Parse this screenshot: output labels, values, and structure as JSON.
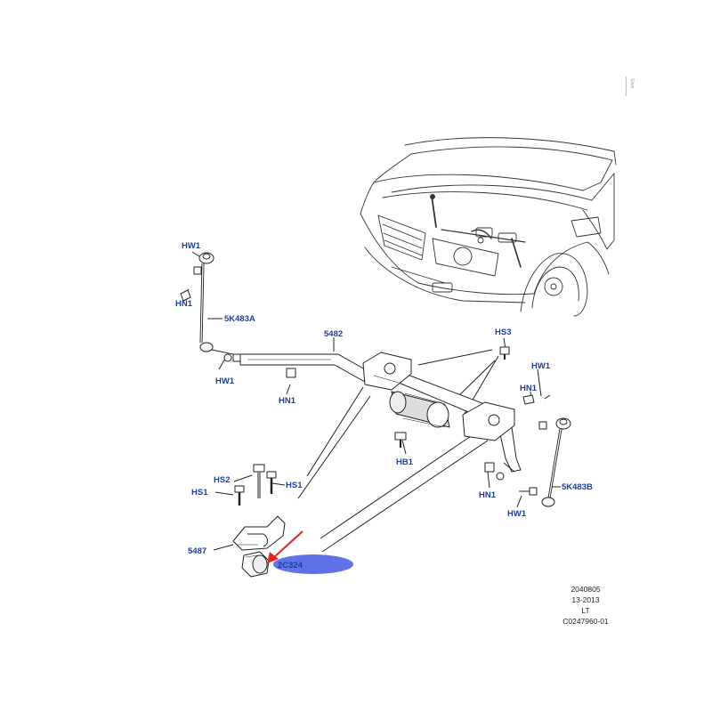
{
  "side_tab": {
    "text": "Save"
  },
  "callouts": {
    "hw1_left_top": "HW1",
    "hn1_left": "HN1",
    "link_left": "5K483A",
    "hw1_left_bottom": "HW1",
    "hn1_mid": "HN1",
    "stabilizer_bar": "5482",
    "hs3": "HS3",
    "hw1_right_top": "HW1",
    "hn1_right_top": "HN1",
    "hb1": "HB1",
    "hn1_right_bottom": "HN1",
    "link_right": "5K483B",
    "hw1_right_bottom": "HW1",
    "hs2": "HS2",
    "hs1_left": "HS1",
    "hs1_right": "HS1",
    "clamp": "5487",
    "bushing": "2C324"
  },
  "stamp": {
    "line1": "2040805",
    "line2": "13-2013",
    "line3": "LT",
    "line4": "C0247960-01"
  },
  "colors": {
    "callout_text": "#1f3f9f",
    "highlight_ellipse": "#4f63e6",
    "arrow": "#e0261b",
    "linework": "#222222"
  }
}
